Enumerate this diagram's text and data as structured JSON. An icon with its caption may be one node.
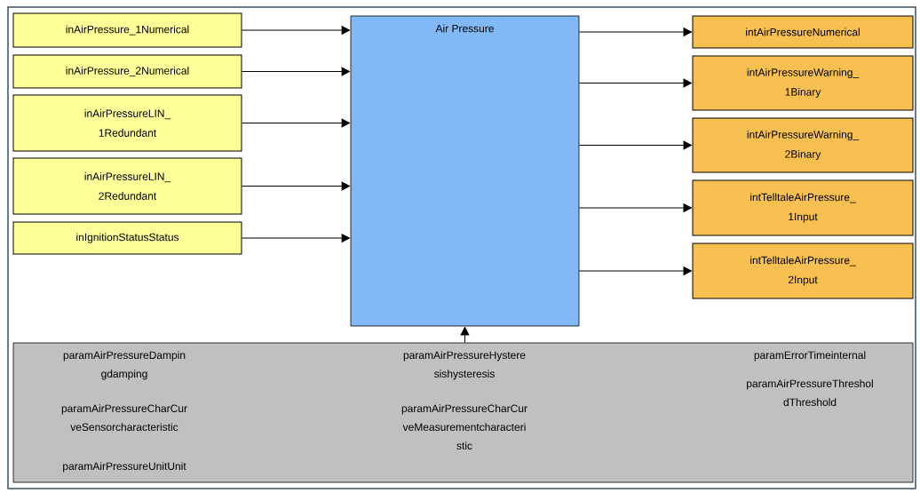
{
  "diagram": {
    "nodes": [
      {
        "text": [
          "inAirPressure_1Numerical"
        ]
      },
      {
        "text": [
          "inAirPressure_2Numerical"
        ]
      },
      {
        "text": [
          "inAirPressureLIN_ 1Redundant"
        ]
      },
      {
        "text": [
          "inAirPressureLIN_ 2Redundant"
        ]
      },
      {
        "text": [
          "inIgnitionStatusStatus"
        ]
      },
      {
        "text": [
          "Air Pressure"
        ]
      },
      {
        "text": [
          "intAirPressureNumerical"
        ]
      },
      {
        "text": [
          "intAirPressureWarning_ 1Binary"
        ]
      },
      {
        "text": [
          "intAirPressureWarning_ 2Binary"
        ]
      },
      {
        "text": [
          "intTelltaleAirPressure_ 1Input"
        ]
      },
      {
        "text": [
          "intTelltaleAirPressure_ 2Input"
        ]
      },
      {
        "text": [
          "paramAirPressureDampin gdamping",
          "paramAirPressureHystere sishysteresis",
          "paramErrorTimeinternal",
          "paramAirPressureCharCur veSensorcharacteristic",
          "paramAirPressureCharCur veMeasurementcharacteri stic",
          "paramAirPressureThreshol dThreshold",
          "paramAirPressureUnitUnit"
        ]
      }
    ],
    "edges": [
      {
        "from": 0,
        "to": 5,
        "arrow": "to"
      },
      {
        "from": 1,
        "to": 5,
        "arrow": "to"
      },
      {
        "from": 2,
        "to": 5,
        "arrow": "to"
      },
      {
        "from": 3,
        "to": 5,
        "arrow": "to"
      },
      {
        "from": 4,
        "to": 5,
        "arrow": "to"
      },
      {
        "from": 5,
        "to": 6,
        "arrow": "to"
      },
      {
        "from": 5,
        "to": 7,
        "arrow": "to"
      },
      {
        "from": 5,
        "to": 8,
        "arrow": "to"
      },
      {
        "from": 5,
        "to": 9,
        "arrow": "to"
      },
      {
        "from": 5,
        "to": 10,
        "arrow": "to"
      },
      {
        "from": 11,
        "to": 5,
        "arrow": "to"
      }
    ]
  }
}
